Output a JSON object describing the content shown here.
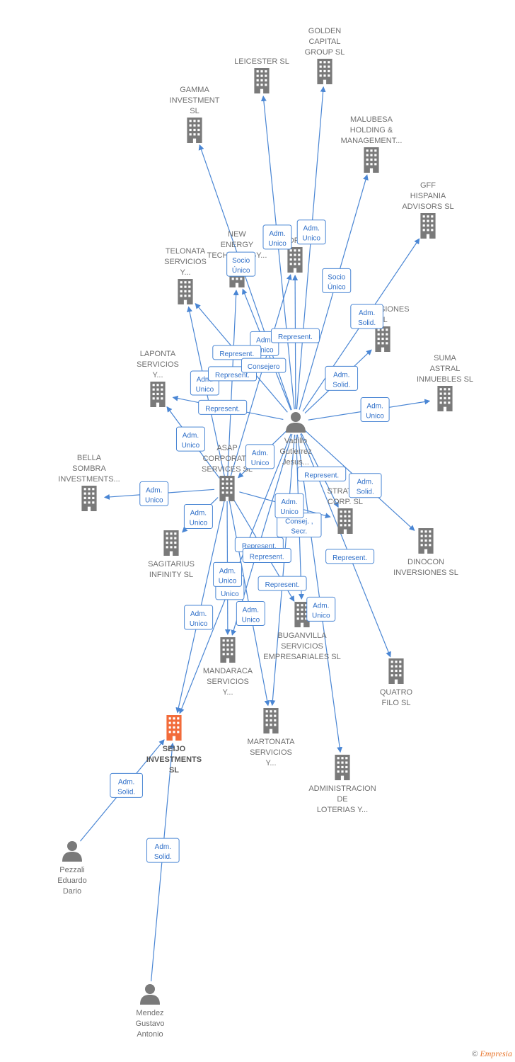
{
  "colors": {
    "edge": "#4a86d4",
    "edge_text": "#2f6fc8",
    "building": "#7a7a7a",
    "building_main": "#f26b3a",
    "person": "#7a7a7a",
    "label": "#6f6f6f"
  },
  "nodes": [
    {
      "id": "golden",
      "type": "company",
      "label": [
        "GOLDEN",
        "CAPITAL",
        "GROUP SL"
      ]
    },
    {
      "id": "leicester",
      "type": "company",
      "label": [
        "LEICESTER SL"
      ]
    },
    {
      "id": "gamma",
      "type": "company",
      "label": [
        "GAMMA",
        "INVESTMENT",
        "SL"
      ]
    },
    {
      "id": "malubesa",
      "type": "company",
      "label": [
        "MALUBESA",
        "HOLDING &",
        "MANAGEMENT..."
      ]
    },
    {
      "id": "gff",
      "type": "company",
      "label": [
        "GFF",
        "HISPANIA",
        "ADVISORS SL"
      ]
    },
    {
      "id": "corporacion",
      "type": "company",
      "label": [
        "CORPORACION"
      ]
    },
    {
      "id": "newenergy",
      "type": "company",
      "label": [
        "NEW",
        "ENERGY",
        "TECHNOLOGY..."
      ]
    },
    {
      "id": "telonata",
      "type": "company",
      "label": [
        "TELONATA",
        "SERVICIOS",
        "Y..."
      ]
    },
    {
      "id": "inversiones",
      "type": "company",
      "label": [
        "INVERSIONES",
        "SL"
      ]
    },
    {
      "id": "suma",
      "type": "company",
      "label": [
        "SUMA",
        "ASTRAL",
        "INMUEBLES SL"
      ]
    },
    {
      "id": "laponta",
      "type": "company",
      "label": [
        "LAPONTA",
        "SERVICIOS",
        "Y..."
      ]
    },
    {
      "id": "vadillo",
      "type": "person",
      "label": [
        "Vadillo",
        "Gutierrez",
        "Jesus..."
      ]
    },
    {
      "id": "asap",
      "type": "company",
      "label": [
        "ASAP",
        "CORPORATE",
        "SERVICES SL"
      ]
    },
    {
      "id": "bella",
      "type": "company",
      "label": [
        "BELLA",
        "SOMBRA",
        "INVESTMENTS..."
      ]
    },
    {
      "id": "stratos",
      "type": "company",
      "label": [
        "STRATOS",
        "CORP. SL"
      ]
    },
    {
      "id": "dinocon",
      "type": "company",
      "label": [
        "DINOCON",
        "INVERSIONES SL"
      ]
    },
    {
      "id": "sagitarius",
      "type": "company",
      "label": [
        "SAGITARIUS",
        "INFINITY SL"
      ]
    },
    {
      "id": "buganvilla",
      "type": "company",
      "label": [
        "BUGANVILLA",
        "SERVICIOS",
        "EMPRESARIALES SL"
      ]
    },
    {
      "id": "mandaraca",
      "type": "company",
      "label": [
        "MANDARACA",
        "SERVICIOS",
        "Y..."
      ]
    },
    {
      "id": "quatro",
      "type": "company",
      "label": [
        "QUATRO",
        "FILO SL"
      ]
    },
    {
      "id": "seijo",
      "type": "company_main",
      "label": [
        "SEIJO",
        "INVESTMENTS",
        "SL"
      ]
    },
    {
      "id": "martonata",
      "type": "company",
      "label": [
        "MARTONATA",
        "SERVICIOS",
        "Y..."
      ]
    },
    {
      "id": "administracion",
      "type": "company",
      "label": [
        "ADMINISTRACION",
        "DE",
        "LOTERIAS Y..."
      ]
    },
    {
      "id": "pezzali",
      "type": "person",
      "label": [
        "Pezzali",
        "Eduardo",
        "Dario"
      ]
    },
    {
      "id": "mendez",
      "type": "person",
      "label": [
        "Mendez",
        "Gustavo",
        "Antonio"
      ]
    }
  ],
  "edges": [
    {
      "from": "vadillo",
      "to": "gamma",
      "label": [
        "Socio",
        "Único"
      ]
    },
    {
      "from": "vadillo",
      "to": "leicester",
      "label": [
        "Adm.",
        "Unico"
      ]
    },
    {
      "from": "vadillo",
      "to": "golden",
      "label": [
        "Adm.",
        "Unico"
      ]
    },
    {
      "from": "vadillo",
      "to": "malubesa",
      "label": [
        "Socio",
        "Único"
      ]
    },
    {
      "from": "vadillo",
      "to": "gff",
      "label": [
        "Adm.",
        "Solid."
      ]
    },
    {
      "from": "vadillo",
      "to": "newenergy",
      "label": [
        "Adm.",
        "Unico"
      ]
    },
    {
      "from": "vadillo",
      "to": "corporacion",
      "label": [
        "Represent."
      ]
    },
    {
      "from": "vadillo",
      "to": "telonata",
      "label": [
        "Represent."
      ]
    },
    {
      "from": "vadillo",
      "to": "inversiones",
      "label": [
        "Adm.",
        "Solid."
      ]
    },
    {
      "from": "vadillo",
      "to": "suma",
      "label": [
        "Adm.",
        "Unico"
      ]
    },
    {
      "from": "vadillo",
      "to": "laponta",
      "label": [
        "Represent."
      ]
    },
    {
      "from": "vadillo",
      "to": "stratos",
      "label": [
        "Represent."
      ]
    },
    {
      "from": "vadillo",
      "to": "dinocon",
      "label": [
        "Adm.",
        "Solid."
      ]
    },
    {
      "from": "vadillo",
      "to": "quatro",
      "label": [
        "Represent."
      ]
    },
    {
      "from": "vadillo",
      "to": "buganvilla",
      "label": [
        "Consej. ,",
        "Secr."
      ]
    },
    {
      "from": "vadillo",
      "to": "martonata",
      "label": [
        "Represent."
      ]
    },
    {
      "from": "vadillo",
      "to": "administracion",
      "label": [
        "Adm.",
        "Unico"
      ]
    },
    {
      "from": "vadillo",
      "to": "mandaraca",
      "label": [
        "Represent."
      ]
    },
    {
      "from": "vadillo",
      "to": "seijo",
      "label": [
        "Adm.",
        "Unico"
      ]
    },
    {
      "from": "vadillo",
      "to": "asap",
      "label": [
        "Adm.",
        "Unico"
      ]
    },
    {
      "from": "asap",
      "to": "telonata",
      "label": [
        "Adm.",
        "Unico"
      ]
    },
    {
      "from": "asap",
      "to": "newenergy",
      "label": [
        "Represent."
      ]
    },
    {
      "from": "asap",
      "to": "corporacion",
      "label": [
        "Consejero"
      ]
    },
    {
      "from": "asap",
      "to": "laponta",
      "label": [
        "Adm.",
        "Unico"
      ]
    },
    {
      "from": "asap",
      "to": "bella",
      "label": [
        "Adm.",
        "Unico"
      ]
    },
    {
      "from": "asap",
      "to": "sagitarius",
      "label": [
        "Adm.",
        "Unico"
      ]
    },
    {
      "from": "asap",
      "to": "stratos",
      "label": [
        "Adm.",
        "Unico"
      ]
    },
    {
      "from": "asap",
      "to": "buganvilla",
      "label": [
        "Represent."
      ]
    },
    {
      "from": "asap",
      "to": "mandaraca",
      "label": [
        "Adm.",
        "Unico"
      ]
    },
    {
      "from": "asap",
      "to": "martonata",
      "label": [
        "Adm.",
        "Unico"
      ]
    },
    {
      "from": "asap",
      "to": "seijo",
      "label": [
        "Adm.",
        "Unico"
      ]
    },
    {
      "from": "pezzali",
      "to": "seijo",
      "label": [
        "Adm.",
        "Solid."
      ]
    },
    {
      "from": "mendez",
      "to": "seijo",
      "label": [
        "Adm.",
        "Solid."
      ]
    }
  ],
  "watermark": {
    "symbol": "©",
    "brand": "Empresia"
  }
}
